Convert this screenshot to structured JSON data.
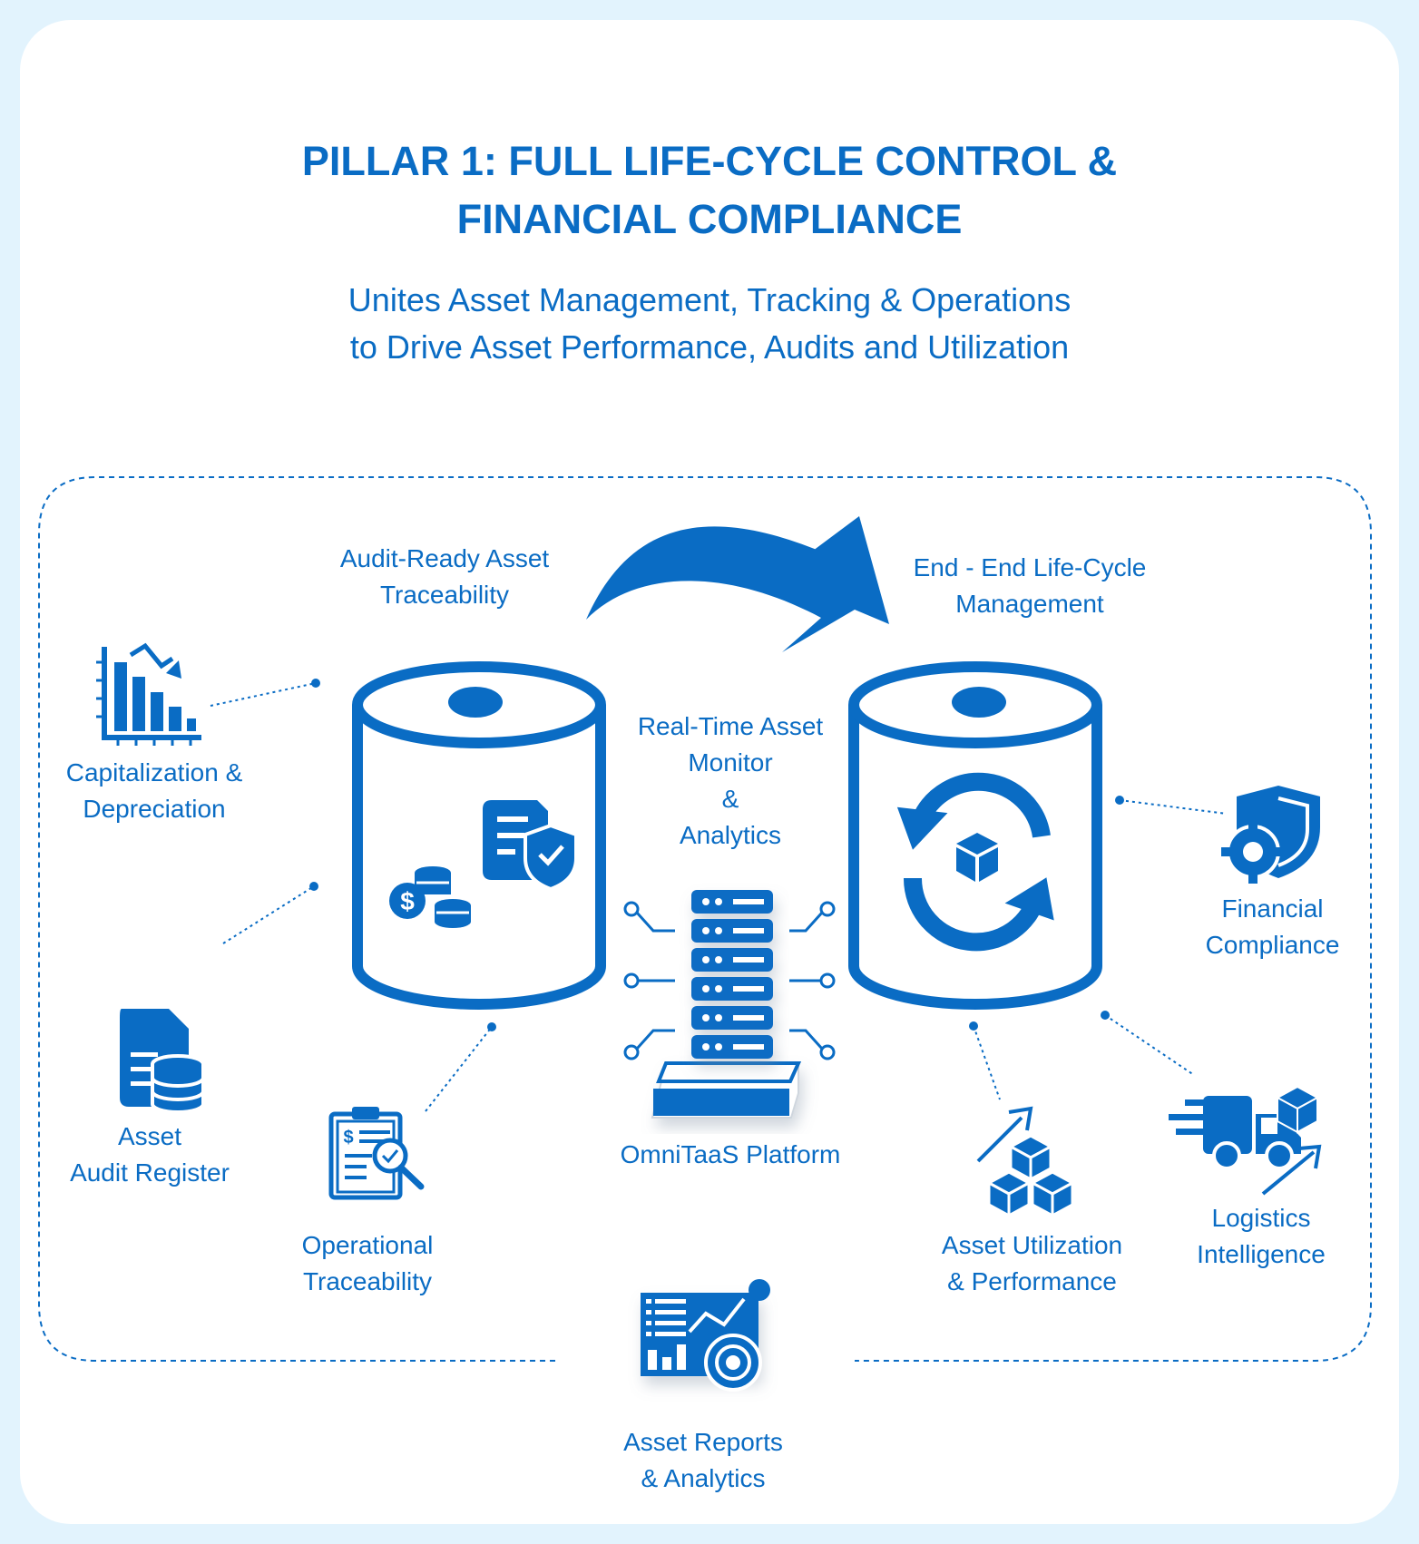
{
  "colors": {
    "primary": "#0a6cc4",
    "frame": "#e2f3fd",
    "card": "#ffffff"
  },
  "title": {
    "line1": "PILLAR 1: FULL LIFE-CYCLE CONTROL &",
    "line2": "FINANCIAL COMPLIANCE"
  },
  "subtitle": {
    "line1": "Unites Asset Management, Tracking & Operations",
    "line2": "to Drive Asset Performance, Audits and Utilization"
  },
  "labels": {
    "audit_ready": {
      "line1": "Audit-Ready Asset",
      "line2": "Traceability"
    },
    "end_to_end": {
      "line1": "End - End Life-Cycle",
      "line2": "Management"
    },
    "real_time": {
      "line1": "Real-Time Asset",
      "line2": "Monitor",
      "line3": "&",
      "line4": "Analytics"
    },
    "capitalization": {
      "line1": "Capitalization &",
      "line2": "Depreciation"
    },
    "audit_register": {
      "line1": "Asset",
      "line2": "Audit Register"
    },
    "operational": {
      "line1": "Operational",
      "line2": "Traceability"
    },
    "platform": {
      "line1": "OmniTaaS Platform"
    },
    "financial": {
      "line1": "Financial",
      "line2": "Compliance"
    },
    "utilization": {
      "line1": "Asset Utilization",
      "line2": "& Performance"
    },
    "logistics": {
      "line1": "Logistics",
      "line2": "Intelligence"
    },
    "reports": {
      "line1": "Asset Reports",
      "line2": "& Analytics"
    }
  },
  "icons": [
    "chart-down-icon",
    "document-database-icon",
    "clipboard-search-icon",
    "coins-icon",
    "document-shield-icon",
    "server-rack-icon",
    "refresh-box-icon",
    "shield-gear-icon",
    "boxes-growth-icon",
    "delivery-truck-icon",
    "report-dashboard-icon",
    "curved-arrow-icon"
  ]
}
